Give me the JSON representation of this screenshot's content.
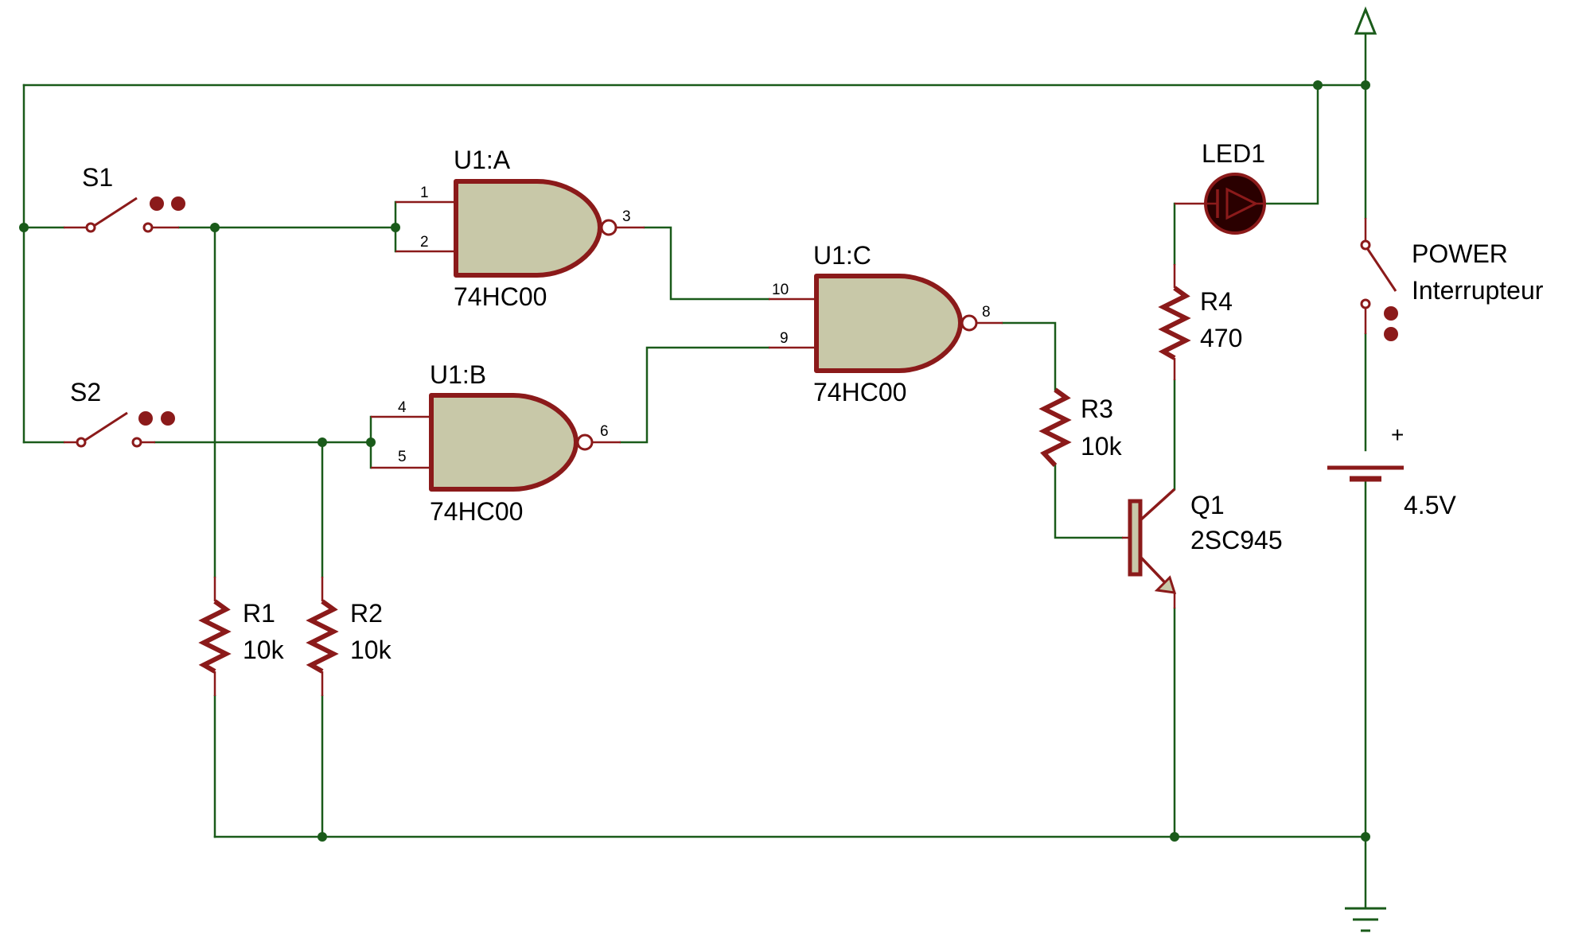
{
  "components": {
    "s1": {
      "ref": "S1"
    },
    "s2": {
      "ref": "S2"
    },
    "u1a": {
      "ref": "U1:A",
      "part": "74HC00",
      "pins": [
        "1",
        "2",
        "3"
      ]
    },
    "u1b": {
      "ref": "U1:B",
      "part": "74HC00",
      "pins": [
        "4",
        "5",
        "6"
      ]
    },
    "u1c": {
      "ref": "U1:C",
      "part": "74HC00",
      "pins": [
        "10",
        "9",
        "8"
      ]
    },
    "r1": {
      "ref": "R1",
      "value": "10k"
    },
    "r2": {
      "ref": "R2",
      "value": "10k"
    },
    "r3": {
      "ref": "R3",
      "value": "10k"
    },
    "r4": {
      "ref": "R4",
      "value": "470"
    },
    "led1": {
      "ref": "LED1"
    },
    "q1": {
      "ref": "Q1",
      "part": "2SC945"
    },
    "power_switch": {
      "ref": "POWER",
      "value": "Interrupteur"
    },
    "battery": {
      "polarity": "+",
      "value": "4.5V"
    }
  },
  "colors": {
    "wire": "#1a5b1a",
    "component": "#8b1a1a",
    "gate_fill": "#c8c8a8",
    "led_fill": "#2a0000"
  }
}
